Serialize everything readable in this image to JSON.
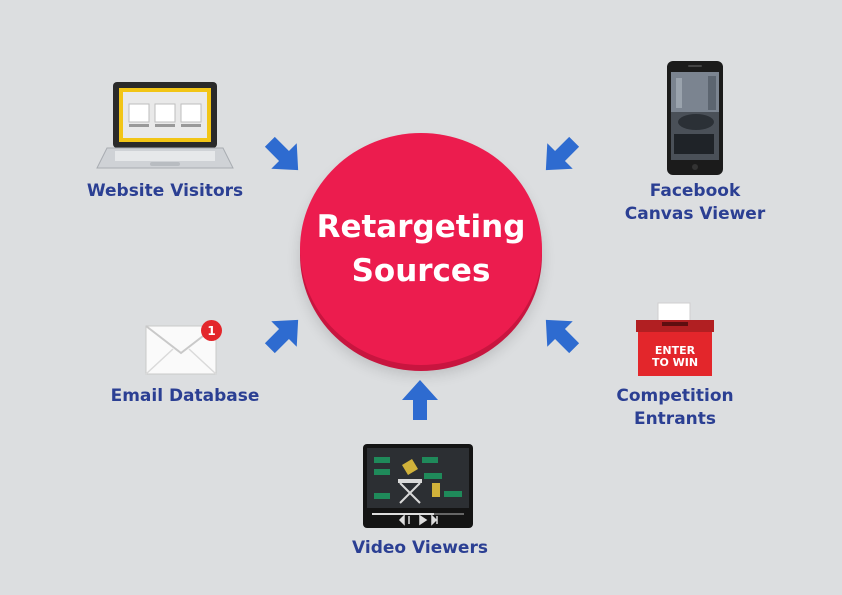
{
  "center": {
    "title": "Retargeting\nSources"
  },
  "sources": {
    "website": "Website Visitors",
    "facebook": "Facebook\nCanvas Viewer",
    "email": "Email Database",
    "competition": "Competition\nEntrants",
    "video": "Video Viewers"
  },
  "email_badge": "1",
  "ballot_text": "ENTER\nTO WIN",
  "colors": {
    "background": "#dcdee0",
    "circle": "#ec1c4e",
    "arrow": "#2e6bd0",
    "label": "#2b3f93"
  },
  "icons": [
    "laptop-icon",
    "phone-icon",
    "envelope-icon",
    "ballot-box-icon",
    "video-player-icon",
    "arrow-icon"
  ]
}
